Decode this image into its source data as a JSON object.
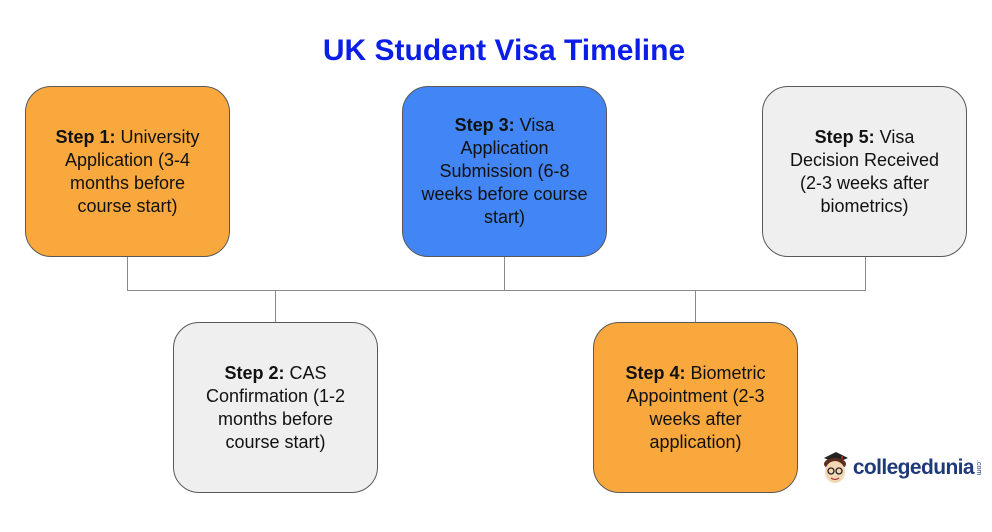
{
  "title": "UK Student Visa Timeline",
  "colors": {
    "title": "#0b1ee8",
    "orange": "#f9a83e",
    "blue": "#4285f4",
    "gray": "#efefef",
    "connector": "#8a8a8a"
  },
  "steps": [
    {
      "label": "Step 1:",
      "text": " University Application (3-4 months before course start)",
      "color": "#f9a83e"
    },
    {
      "label": "Step 2:",
      "text": " CAS Confirmation (1-2 months before course start)",
      "color": "#efefef"
    },
    {
      "label": "Step 3:",
      "text": " Visa Application Submission (6-8 weeks before course start)",
      "color": "#4285f4"
    },
    {
      "label": "Step 4:",
      "text": " Biometric Appointment (2-3 weeks after application)",
      "color": "#f9a83e"
    },
    {
      "label": "Step 5:",
      "text": " Visa Decision Received (2-3 weeks after biometrics)",
      "color": "#efefef"
    }
  ],
  "logo": {
    "name": "collegedunia",
    "suffix": ".com"
  }
}
